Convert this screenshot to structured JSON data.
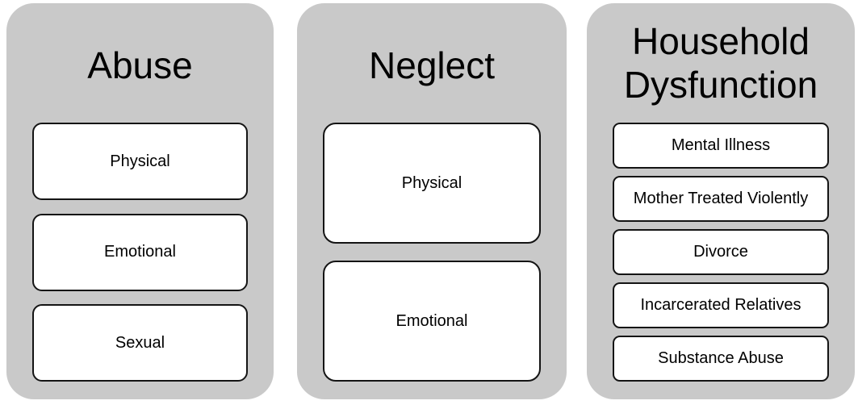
{
  "diagram": {
    "description": "Three-category diagram of adverse childhood experience types",
    "colors": {
      "panel_background": "#c9c9c9",
      "box_background": "#ffffff",
      "box_border": "#141414",
      "text": "#000000",
      "page_background": "#ffffff"
    },
    "columns": [
      {
        "title": "Abuse",
        "items": [
          "Physical",
          "Emotional",
          "Sexual"
        ]
      },
      {
        "title": "Neglect",
        "items": [
          "Physical",
          "Emotional"
        ]
      },
      {
        "title": "Household Dysfunction",
        "items": [
          "Mental Illness",
          "Mother Treated Violently",
          "Divorce",
          "Incarcerated Relatives",
          "Substance Abuse"
        ]
      }
    ]
  }
}
